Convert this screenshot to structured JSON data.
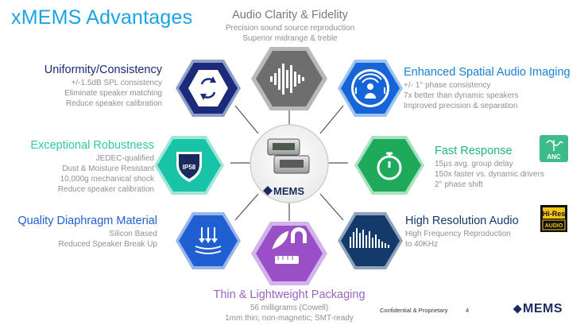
{
  "title": "xMEMS Advantages",
  "center_logo": "MEMS",
  "blocks": {
    "audio": {
      "head": "Audio Clarity & Fidelity",
      "lines": [
        "Precision sound source reproduction",
        "Superior midrange & treble"
      ],
      "color": "#7a7a7a"
    },
    "uniformity": {
      "head": "Uniformity/Consistency",
      "lines": [
        "+/-1.5dB SPL consistency",
        "Eliminate speaker matching",
        "Reduce speaker calibration"
      ],
      "color": "#1b2a7a"
    },
    "spatial": {
      "head": "Enhanced Spatial Audio Imaging",
      "lines": [
        "+/- 1° phase consistency",
        "7x better than dynamic speakers",
        "Improved precision & separation"
      ],
      "color": "#1a7fd6"
    },
    "robustness": {
      "head": "Exceptional Robustness",
      "lines": [
        "JEDEC-qualified",
        "Dust & Moisture Resistant",
        "10,000g mechanical shock",
        "Reduce speaker calibration"
      ],
      "color": "#2fc9a0"
    },
    "fast": {
      "head": "Fast Response",
      "lines": [
        "15µs avg. group delay",
        "150x faster vs. dynamic drivers",
        "2° phase shift"
      ],
      "color": "#22b573"
    },
    "diaphragm": {
      "head": "Quality Diaphragm Material",
      "lines": [
        "Silicon Based",
        "Reduced Speaker Break Up"
      ],
      "color": "#1f5fd1"
    },
    "hires": {
      "head": "High Resolution Audio",
      "lines": [
        "High Frequency Reproduction",
        "to 40KHz"
      ],
      "color": "#133a6b"
    },
    "thin": {
      "head": "Thin & Lightweight Packaging",
      "lines": [
        "56 milligrams (Cowell)",
        "1mm thin; non-magnetic; SMT-ready"
      ],
      "color": "#9a63c4"
    }
  },
  "badges": {
    "ip_label": "IP58",
    "anc_label": "ANC",
    "hires_top": "Hi-Res",
    "hires_bottom": "AUDIO"
  },
  "footer": {
    "confidential": "Confidential & Proprietary",
    "page": "4",
    "logo": "MEMS"
  },
  "colors": {
    "title": "#1aa3e6",
    "hex_audio": "#6e6e6e",
    "hex_uniformity": "#1b2a7a",
    "hex_spatial": "#1565d8",
    "hex_robustness": "#18c3a8",
    "hex_fast": "#1fa95a",
    "hex_diaphragm": "#1f5fd1",
    "hex_hires": "#133a6b",
    "hex_thin": "#9a4fc6"
  },
  "icons": [
    "waveform-icon",
    "refresh-cycle-icon",
    "spatial-listener-icon",
    "ip58-shield-icon",
    "stopwatch-icon",
    "diaphragm-arrows-icon",
    "spectrum-bars-icon",
    "feather-magnet-icon",
    "anc-badge-icon",
    "hires-audio-badge-icon"
  ]
}
